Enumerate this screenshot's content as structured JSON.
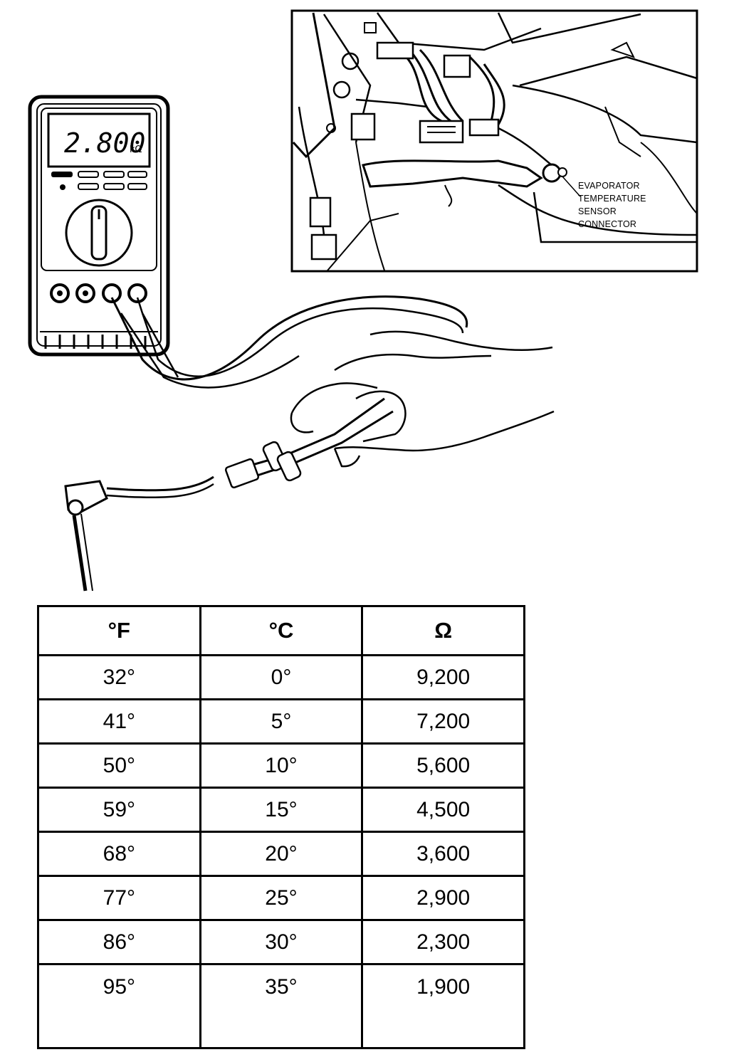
{
  "callout": {
    "lines": [
      "EVAPORATOR",
      "TEMPERATURE",
      "SENSOR",
      "CONNECTOR"
    ]
  },
  "meter": {
    "reading": "2.800",
    "unit": "kΩ"
  },
  "table": {
    "headers": [
      "°F",
      "°C",
      "Ω"
    ],
    "rows": [
      [
        "32°",
        "0°",
        "9,200"
      ],
      [
        "41°",
        "5°",
        "7,200"
      ],
      [
        "50°",
        "10°",
        "5,600"
      ],
      [
        "59°",
        "15°",
        "4,500"
      ],
      [
        "68°",
        "20°",
        "3,600"
      ],
      [
        "77°",
        "25°",
        "2,900"
      ],
      [
        "86°",
        "30°",
        "2,300"
      ],
      [
        "95°",
        "35°",
        "1,900"
      ]
    ]
  }
}
